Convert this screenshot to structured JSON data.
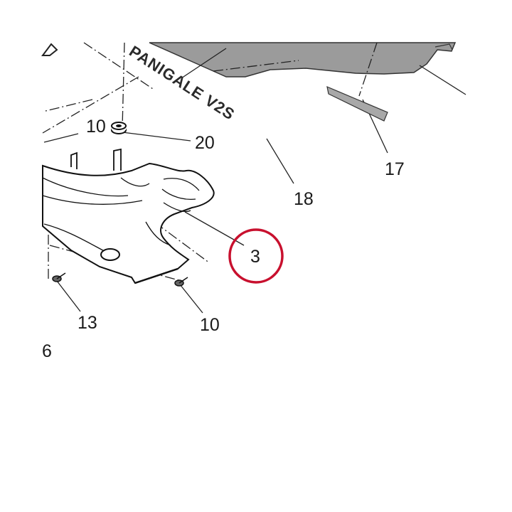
{
  "diagram": {
    "decal_text": "PANIGALE V2S",
    "highlight_color": "#c8102e",
    "callouts": {
      "c10_top": "10",
      "c20": "20",
      "c17": "17",
      "c18": "18",
      "c3": "3",
      "c13": "13",
      "c10_bottom": "10",
      "c6": "6"
    }
  }
}
